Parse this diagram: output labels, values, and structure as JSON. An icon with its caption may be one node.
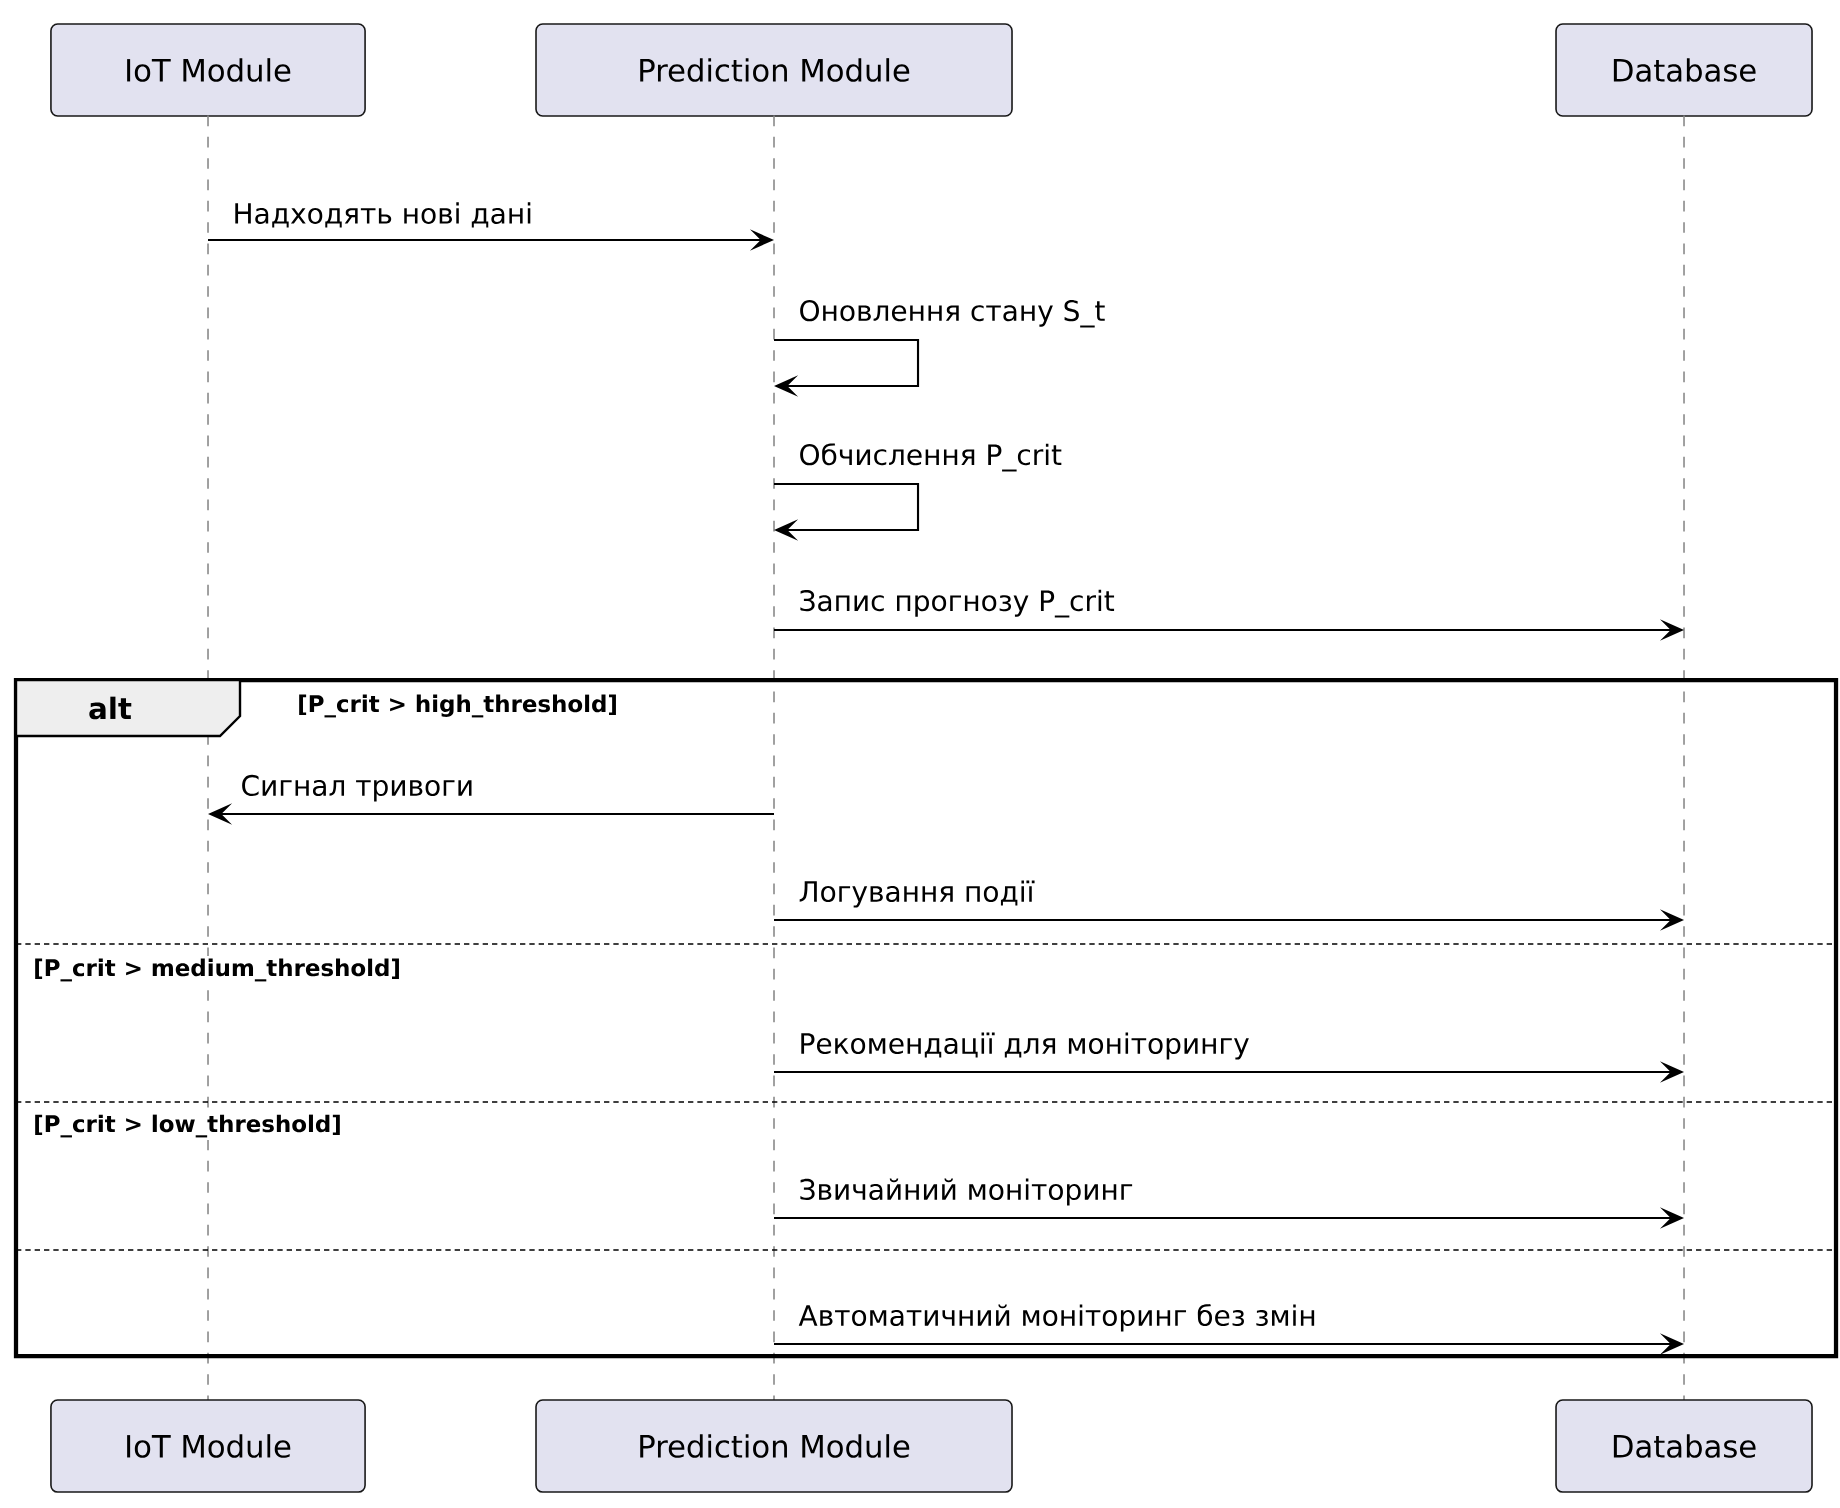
{
  "diagram": {
    "nodes": [
      {
        "text": [
          "IoT Module"
        ]
      },
      {
        "text": [
          "Prediction Module"
        ]
      },
      {
        "text": [
          "Database"
        ]
      },
      {
        "text": [],
        "shape": "line"
      },
      {
        "text": [],
        "shape": "line"
      },
      {
        "text": [],
        "shape": "line"
      },
      {
        "text": [
          "IoT Module"
        ]
      },
      {
        "text": [
          "Prediction Module"
        ]
      },
      {
        "text": [
          "Database"
        ]
      }
    ],
    "edges": [
      {
        "from": 3,
        "to": 4,
        "arrow": "to",
        "label": "Надходять нові дані"
      },
      {
        "from": 4,
        "to": 4,
        "arrow": "to",
        "label": "Оновлення стану S_t"
      },
      {
        "from": 4,
        "to": 4,
        "arrow": "to",
        "label": "Обчислення P_crit"
      },
      {
        "from": 4,
        "to": 5,
        "arrow": "to",
        "label": "Запис прогнозу P_crit"
      },
      {
        "from": 4,
        "to": 3,
        "arrow": "to",
        "label": "Сигнал тривоги"
      },
      {
        "from": 4,
        "to": 5,
        "arrow": "to",
        "label": "Логування події"
      },
      {
        "from": 4,
        "to": 5,
        "arrow": "to",
        "label": "Рекомендації для моніторингу"
      },
      {
        "from": 4,
        "to": 5,
        "arrow": "to",
        "label": "Звичайний моніторинг"
      },
      {
        "from": 4,
        "to": 5,
        "arrow": "to",
        "label": "Автоматичний моніторинг без змін"
      }
    ],
    "labels": [
      "alt",
      "[P_crit > high_threshold]",
      "[P_crit > medium_threshold]",
      "[P_crit > low_threshold]"
    ]
  }
}
